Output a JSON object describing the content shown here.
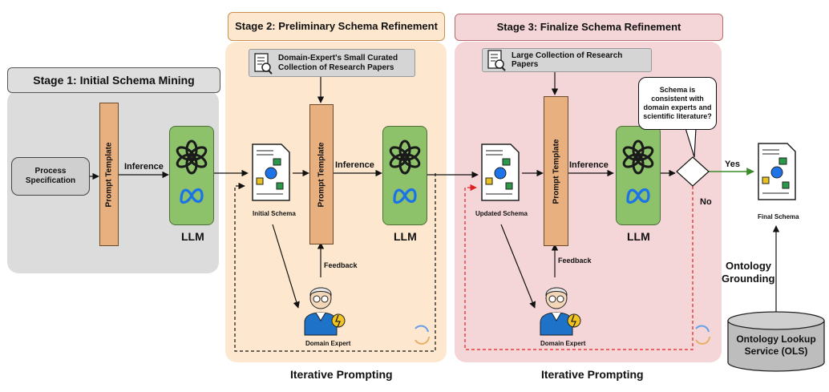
{
  "stage1": {
    "title": "Stage 1: Initial Schema Mining"
  },
  "stage2": {
    "title": "Stage 2: Preliminary Schema Refinement",
    "source": "Domain-Expert's Small Curated Collection of Research Papers",
    "footer": "Iterative Prompting"
  },
  "stage3": {
    "title": "Stage 3: Finalize Schema Refinement",
    "source": "Large Collection of Research Papers",
    "footer": "Iterative Prompting"
  },
  "process_spec": "Process Specification",
  "prompt_template": "Prompt Template",
  "inference": "Inference",
  "llm": "LLM",
  "feedback": "Feedback",
  "initial_schema": "Initial Schema",
  "updated_schema": "Updated Schema",
  "final_schema": "Final Schema",
  "domain_expert": "Domain Expert",
  "decision_question": "Schema is consistent with domain experts and scientific literature?",
  "yes": "Yes",
  "no": "No",
  "ontology_grounding": "Ontology Grounding",
  "ols": "Ontology Lookup Service (OLS)",
  "colors": {
    "stage1_bg": "#dcdcdc",
    "stage2_bg": "#fde8cf",
    "stage3_bg": "#f5d6d8",
    "prompt": "#e9b07f",
    "llm": "#8dc16a",
    "yes_arrow": "#3a8a2a",
    "loop_red": "#e02020"
  }
}
